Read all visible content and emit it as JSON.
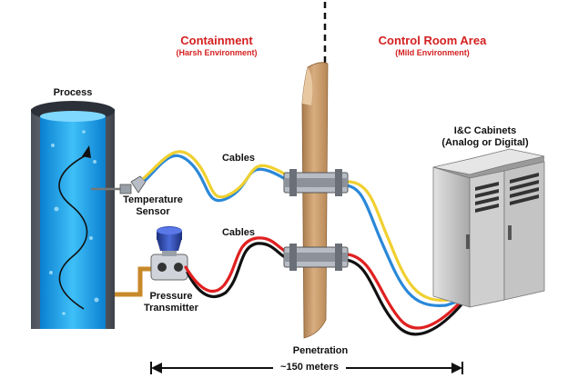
{
  "zones": {
    "containment": {
      "title": "Containment",
      "subtitle": "(Harsh Environment)"
    },
    "control_room": {
      "title": "Control Room Area",
      "subtitle": "(Mild Environment)"
    }
  },
  "labels": {
    "process": "Process",
    "temperature_sensor": [
      "Temperature",
      "Sensor"
    ],
    "pressure_transmitter": [
      "Pressure",
      "Transmitter"
    ],
    "cables_upper": "Cables",
    "cables_lower": "Cables",
    "cabinets": [
      "I&C Cabinets",
      "(Analog or Digital)"
    ],
    "penetration": "Penetration",
    "distance": "~150 meters"
  },
  "colors": {
    "zone_title": "#d42020",
    "water": "#1aa0e8",
    "wall": "#c89a6a",
    "cable_blue": "#2a88d8",
    "cable_yellow": "#f0d030",
    "cable_red": "#e02020",
    "cable_black": "#111111",
    "cabinet": "#c8c8c8"
  }
}
